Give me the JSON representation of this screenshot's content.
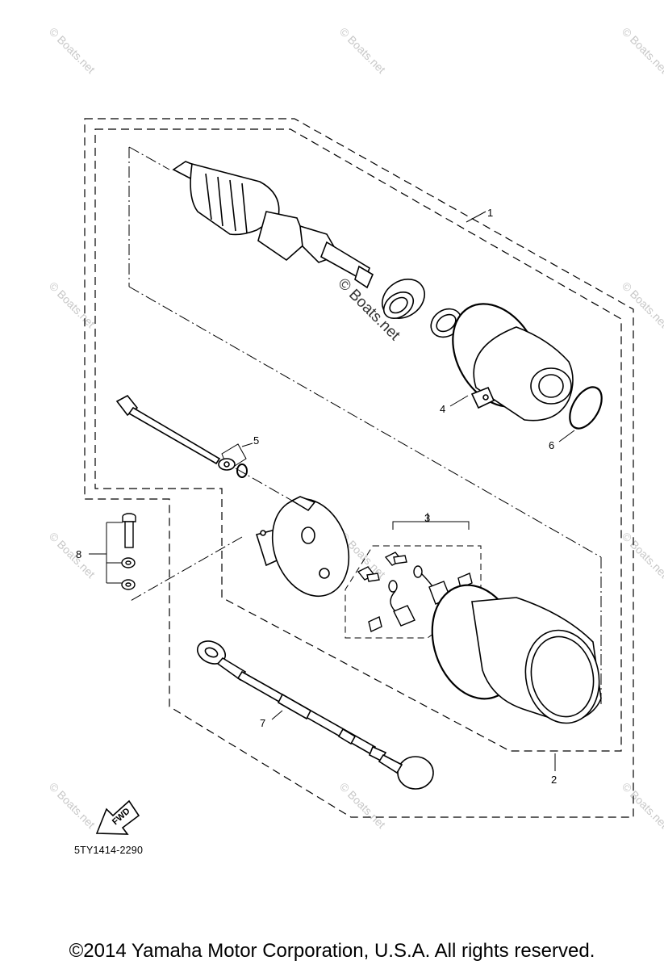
{
  "diagram": {
    "callouts": [
      {
        "id": "1",
        "label": "1"
      },
      {
        "id": "2",
        "label": "2"
      },
      {
        "id": "3",
        "label": "3"
      },
      {
        "id": "4",
        "label": "4"
      },
      {
        "id": "5",
        "label": "5"
      },
      {
        "id": "6",
        "label": "6"
      },
      {
        "id": "7",
        "label": "7"
      },
      {
        "id": "8",
        "label": "8"
      }
    ],
    "fwd_label": "FWD",
    "part_code": "5TY1414-2290"
  },
  "watermark": {
    "text": "© Boats.net"
  },
  "footer": {
    "copyright": "©2014 Yamaha Motor Corporation, U.S.A. All rights reserved."
  }
}
